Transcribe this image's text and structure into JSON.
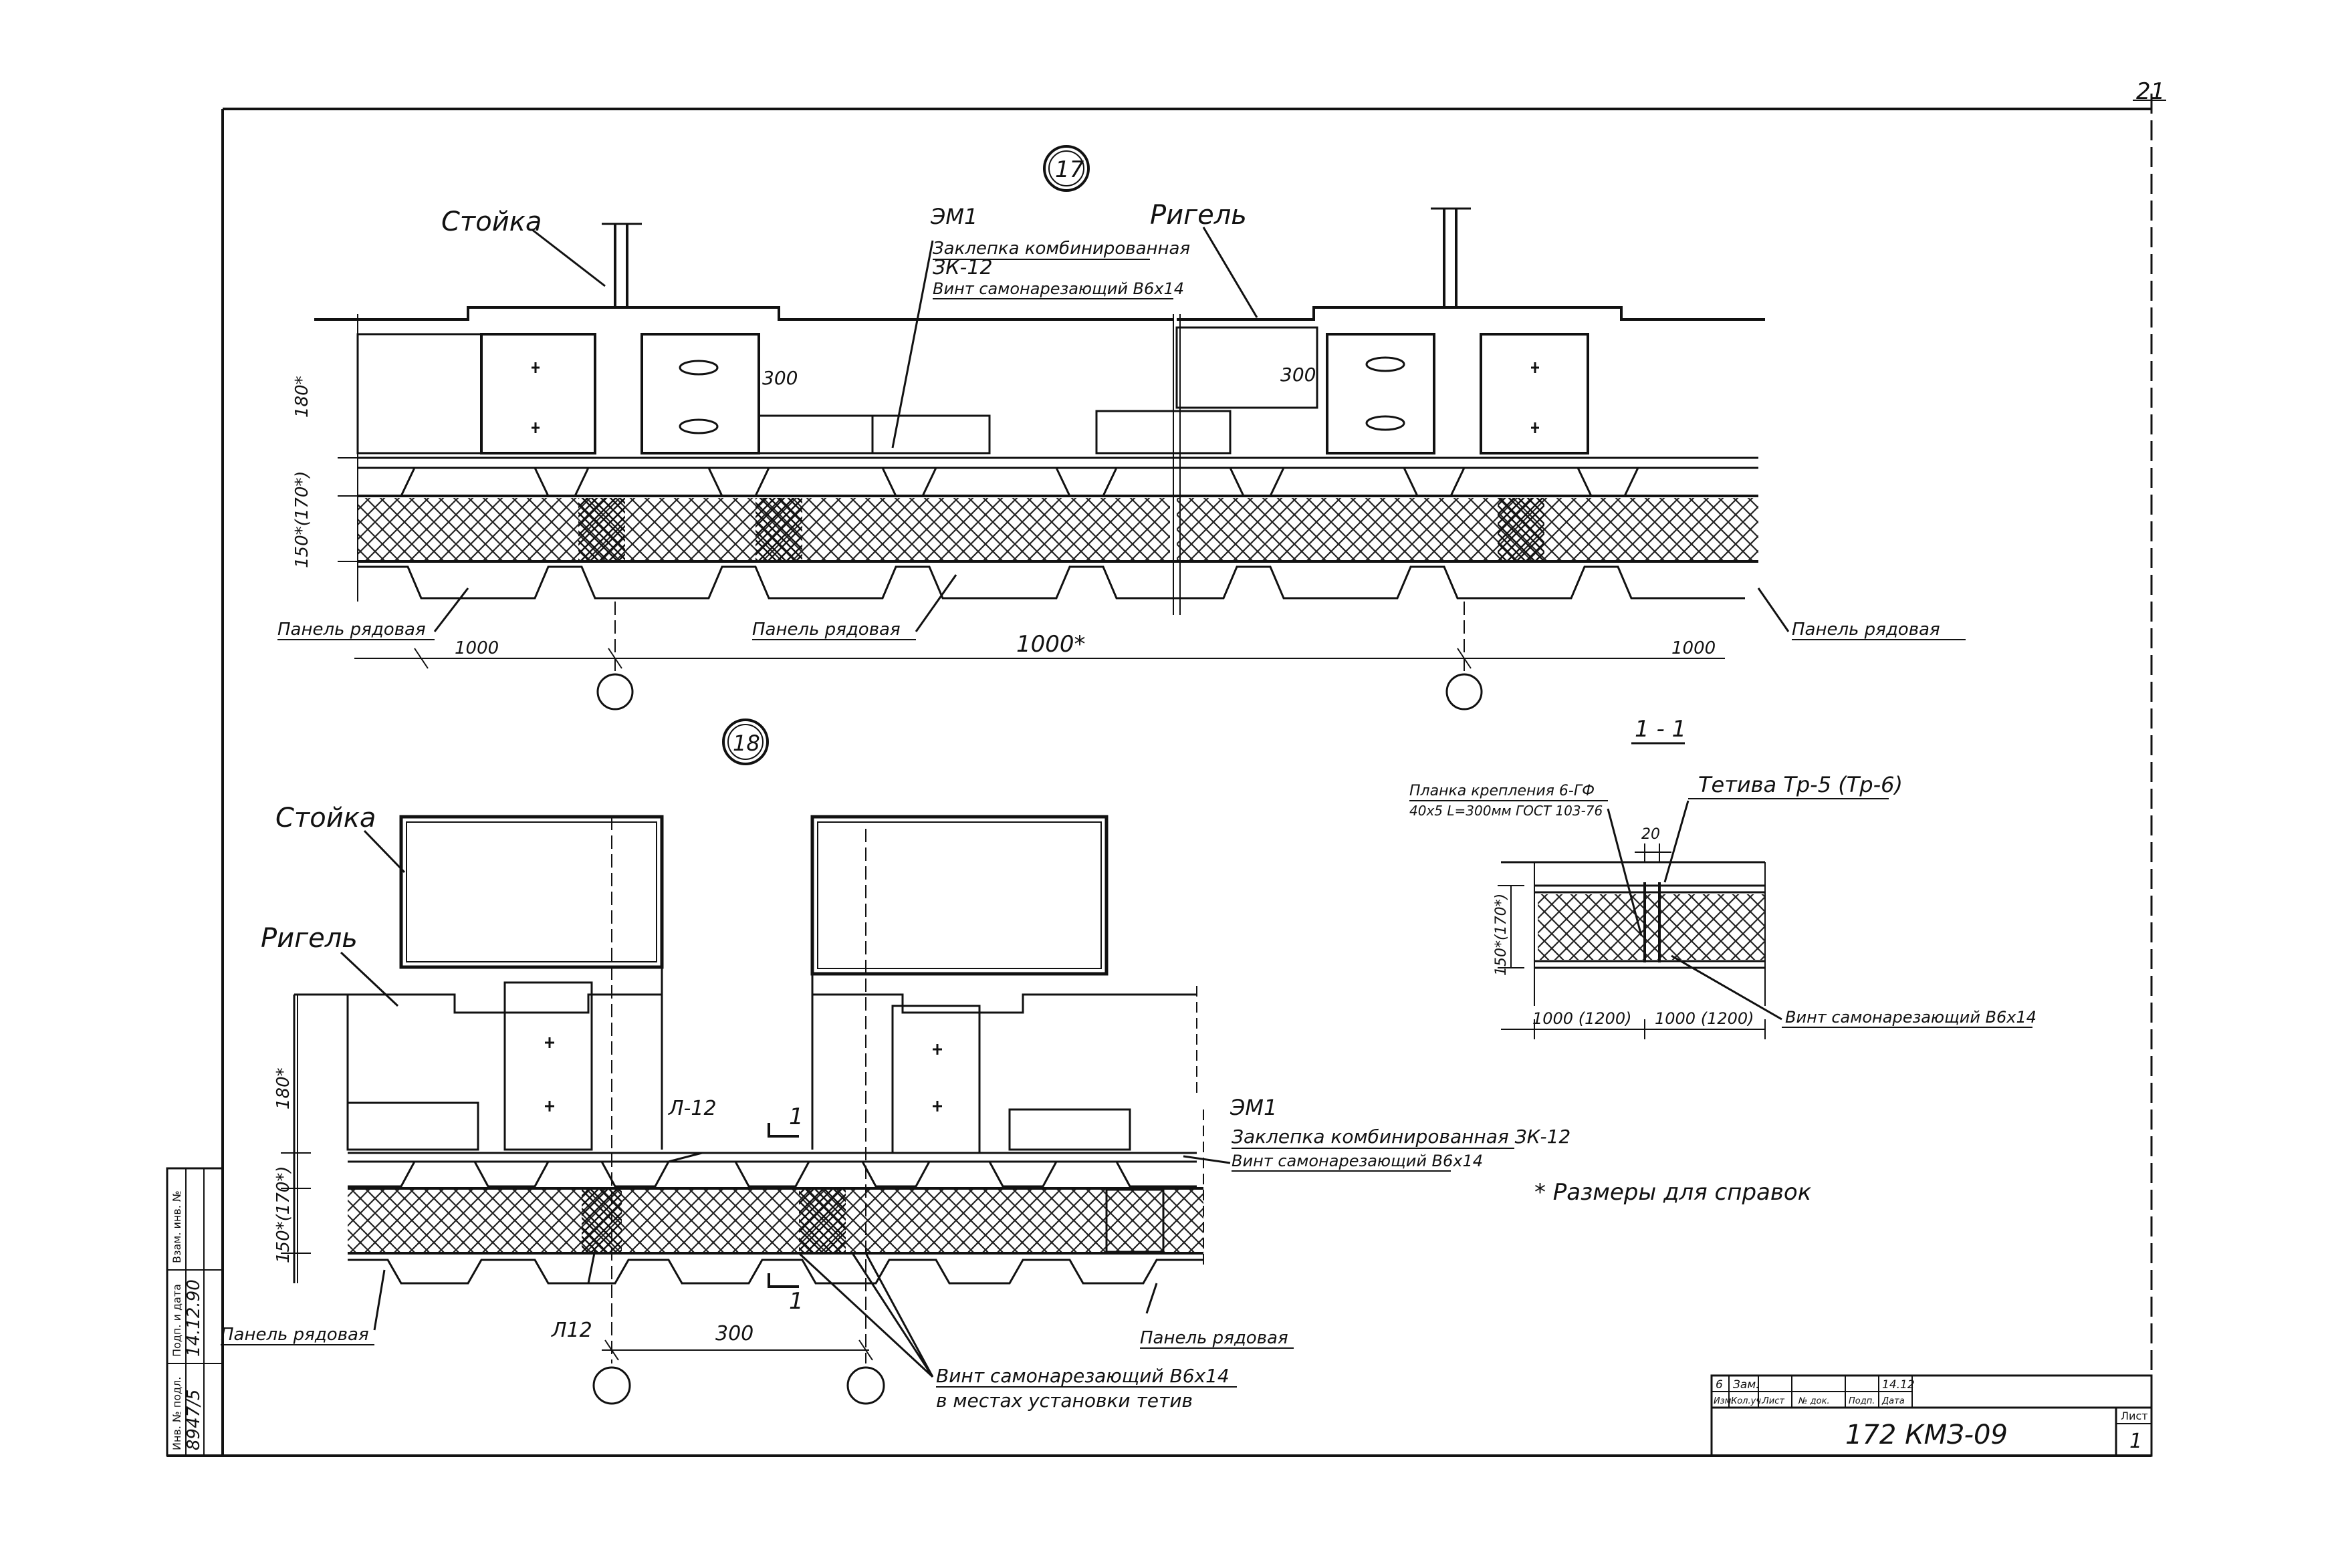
{
  "sheet": {
    "page_number": "21",
    "code": "172 КМЗ-09",
    "sheet_label": "Лист",
    "sheet_no": "1",
    "footnote": "* Размеры для справок",
    "side_stamp": [
      "Инв. № подл.",
      "Подп. и дата",
      "Взам. инв. №"
    ],
    "side_stamp_values": [
      "8947/5",
      "14.12.90"
    ],
    "revision_block": {
      "r1": [
        "6",
        "Зам.",
        "",
        "",
        "",
        "14.12"
      ],
      "r2": [
        "Изм.",
        "Кол.уч.",
        "Лист",
        "№ док.",
        "Подп.",
        "Дата"
      ]
    }
  },
  "detail17": {
    "marker": "17",
    "label_stoika": "Стойка",
    "label_rigel": "Ригель",
    "em1": "ЭМ1",
    "zaklepka_line1": "Заклепка комбинированная",
    "zaklepka_line2": "ЗК-12",
    "zaklepka_line3": "Винт самонарезающий В6х14",
    "dim_180": "180*",
    "dim_150": "150*(170*)",
    "dim_300_left": "300",
    "dim_300_right": "300",
    "dim_1000_left": "1000",
    "dim_1000_mid": "1000*",
    "dim_1000_right": "1000",
    "panel_left": "Панель рядовая",
    "panel_mid": "Панель рядовая",
    "panel_right": "Панель рядовая"
  },
  "detail18": {
    "marker": "18",
    "label_stoika": "Стойка",
    "label_rigel": "Ригель",
    "dim_180": "180*",
    "dim_150": "150*(170*)",
    "label_l12_top": "Л-12",
    "label_l12_bottom": "Л12",
    "section_mark_top": "1",
    "section_mark_bottom": "1",
    "dim_300": "300",
    "em1": "ЭМ1",
    "zaklepka_line1": "Заклепка комбинированная ЗК-12",
    "zaklepka_line2": "Винт самонарезающий В6х14",
    "panel_left": "Панель рядовая",
    "panel_right": "Панель рядовая",
    "vint_line1": "Винт самонарезающий В6х14",
    "vint_line2": "в местах установки тетив"
  },
  "section11": {
    "title": "1 - 1",
    "plank_line1": "Планка крепления 6-ГФ",
    "plank_line2": "40х5 L=300мм ГОСТ 103-76",
    "tetiva": "Тетива Тр-5 (Тр-6)",
    "dim_20": "20",
    "dim_150": "150*(170*)",
    "dim_left": "1000 (1200)",
    "dim_right": "1000 (1200)",
    "vint": "Винт самонарезающий В6х14"
  }
}
